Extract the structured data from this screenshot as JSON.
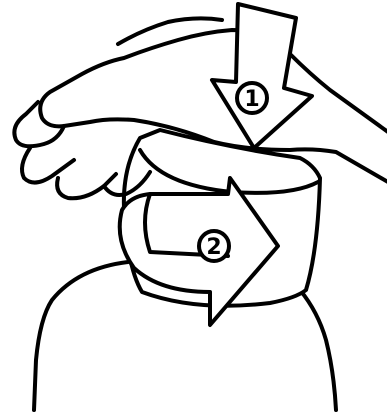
{
  "steps": [
    {
      "number": "1",
      "action": "push-down"
    },
    {
      "number": "2",
      "action": "turn"
    }
  ],
  "icons": {
    "hand": "hand-icon",
    "cap": "bottle-cap-icon",
    "bottle": "bottle-icon",
    "arrow_down": "arrow-down-icon",
    "arrow_turn": "arrow-turn-icon"
  },
  "colors": {
    "line": "#000000",
    "background": "#ffffff"
  }
}
